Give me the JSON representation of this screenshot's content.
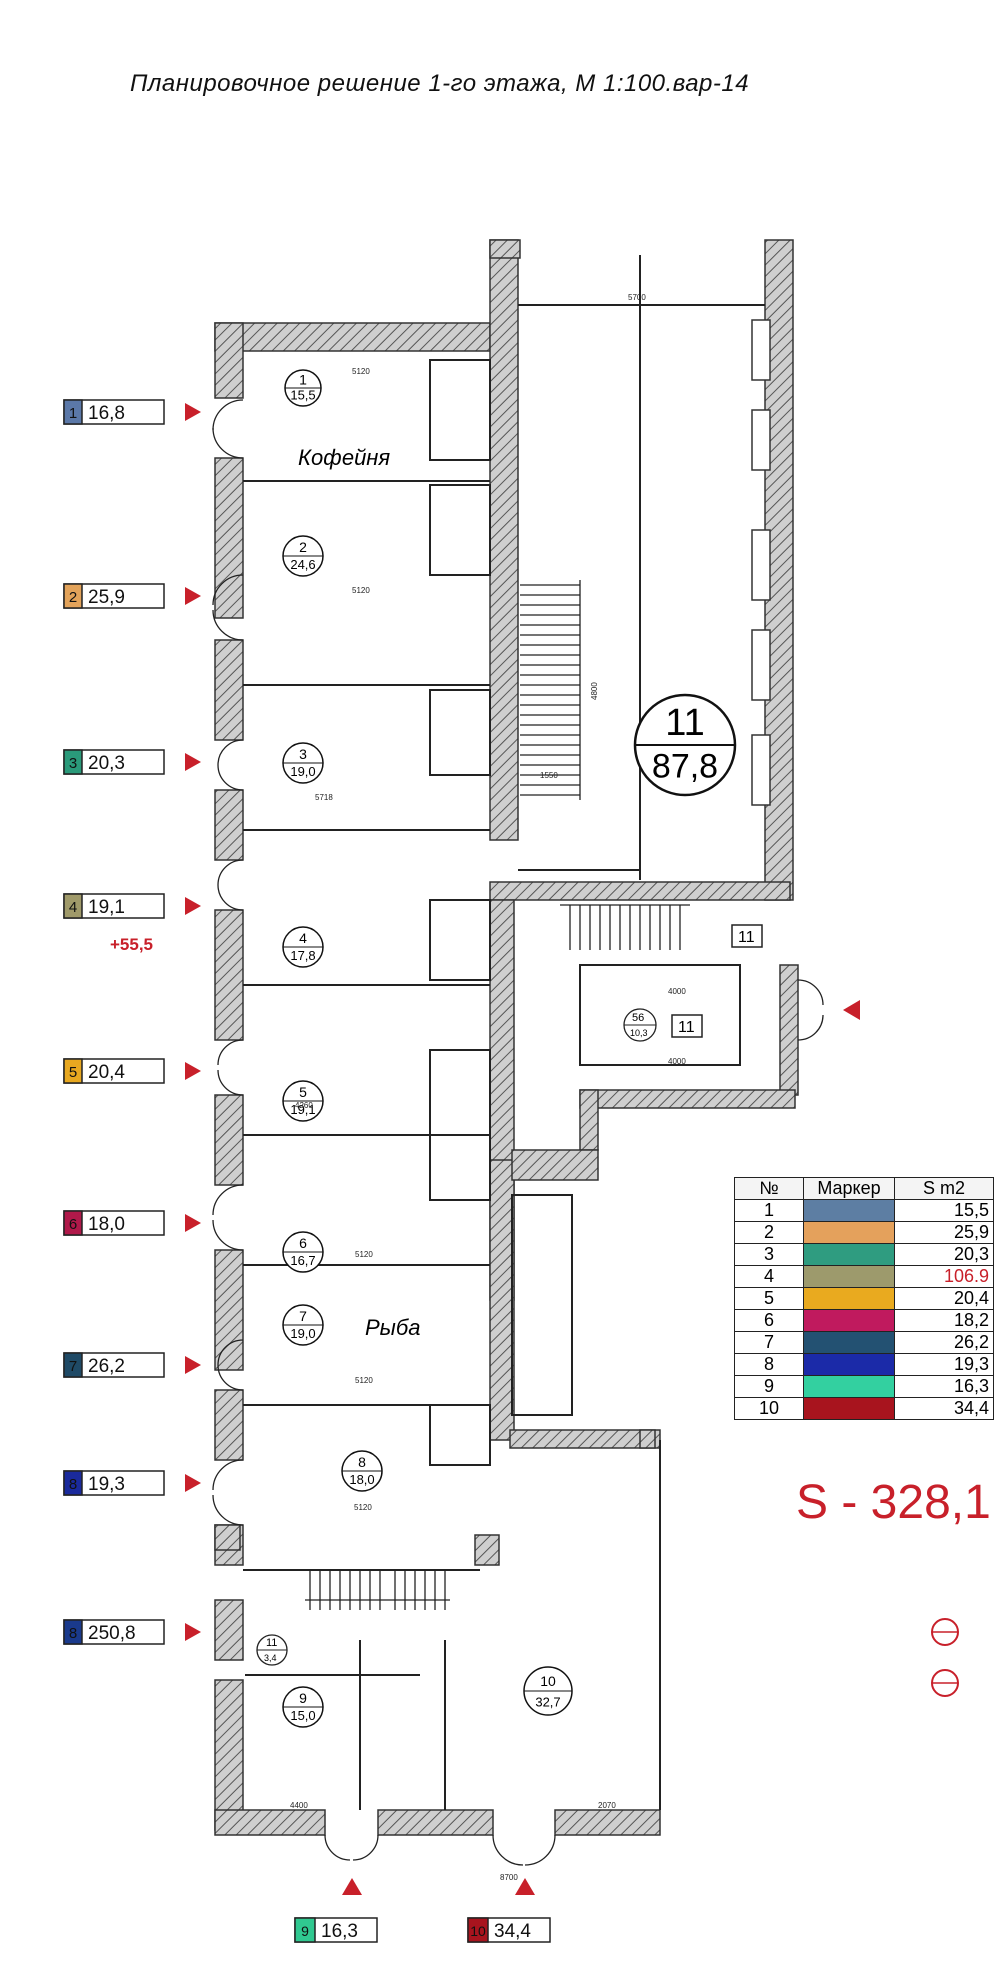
{
  "title": "Планировочное решение 1-го этажа, М 1:100.вар-14",
  "total_area": "S - 328,1",
  "rooms": [
    {
      "id": "1",
      "area": "15,5"
    },
    {
      "id": "2",
      "area": "24,6"
    },
    {
      "id": "3",
      "area": "19,0"
    },
    {
      "id": "4",
      "area": "17,8"
    },
    {
      "id": "5",
      "area": "19,1"
    },
    {
      "id": "6",
      "area": "16,7"
    },
    {
      "id": "7",
      "area": "19,0"
    },
    {
      "id": "8",
      "area": "18,0"
    },
    {
      "id": "9",
      "area": "15,0"
    },
    {
      "id": "10",
      "area": "32,7"
    },
    {
      "id": "11",
      "area": "87,8"
    }
  ],
  "room_names": {
    "room1": "Кофейня",
    "room7": "Рыба"
  },
  "small_labels": {
    "stair_tag": "11",
    "lobby_tag": "11",
    "lobby_num": "56",
    "lobby_sub": "10,3",
    "stair_num": "11",
    "stair_sub": "3,4"
  },
  "markers": [
    {
      "num": "1",
      "value": "16,8",
      "color": "#5b78a8"
    },
    {
      "num": "2",
      "value": "25,9",
      "color": "#e3a35a"
    },
    {
      "num": "3",
      "value": "20,3",
      "color": "#2a9a7a"
    },
    {
      "num": "4",
      "value": "19,1",
      "color": "#a09a6a"
    },
    {
      "num": "5",
      "value": "20,4",
      "color": "#e8a820"
    },
    {
      "num": "6",
      "value": "18,0",
      "color": "#b0194a"
    },
    {
      "num": "7",
      "value": "26,2",
      "color": "#1f4a66"
    },
    {
      "num": "8",
      "value": "19,3",
      "color": "#1a2a9c"
    },
    {
      "num": "8",
      "value": "250,8",
      "color": "#1a3a8c"
    }
  ],
  "marker4_extra": "+55,5",
  "bottom_markers": [
    {
      "num": "9",
      "value": "16,3",
      "color": "#30c890"
    },
    {
      "num": "10",
      "value": "34,4",
      "color": "#a8141e"
    }
  ],
  "legend": {
    "headers": [
      "№",
      "Маркер",
      "S m2"
    ],
    "rows": [
      {
        "n": "1",
        "color": "#5d7ea3",
        "s": "15,5",
        "highlight": false
      },
      {
        "n": "2",
        "color": "#e4a15c",
        "s": "25,9",
        "highlight": false
      },
      {
        "n": "3",
        "color": "#2f9c80",
        "s": "20,3",
        "highlight": false
      },
      {
        "n": "4",
        "color": "#9d9a6c",
        "s": "106.9",
        "highlight": true
      },
      {
        "n": "5",
        "color": "#e9aa1f",
        "s": "20,4",
        "highlight": false
      },
      {
        "n": "6",
        "color": "#c01a5e",
        "s": "18,2",
        "highlight": false
      },
      {
        "n": "7",
        "color": "#235172",
        "s": "26,2",
        "highlight": false
      },
      {
        "n": "8",
        "color": "#1b2aa8",
        "s": "19,3",
        "highlight": false
      },
      {
        "n": "9",
        "color": "#33d0a0",
        "s": "16,3",
        "highlight": false
      },
      {
        "n": "10",
        "color": "#a8141e",
        "s": "34,4",
        "highlight": false
      }
    ]
  },
  "dimensions": [
    "5700",
    "5120",
    "4800",
    "1550",
    "5718",
    "4260",
    "4400",
    "4000",
    "2070",
    "8700"
  ],
  "accent_colors": {
    "arrow": "#c8202a",
    "wall_hatch": "#666666"
  }
}
